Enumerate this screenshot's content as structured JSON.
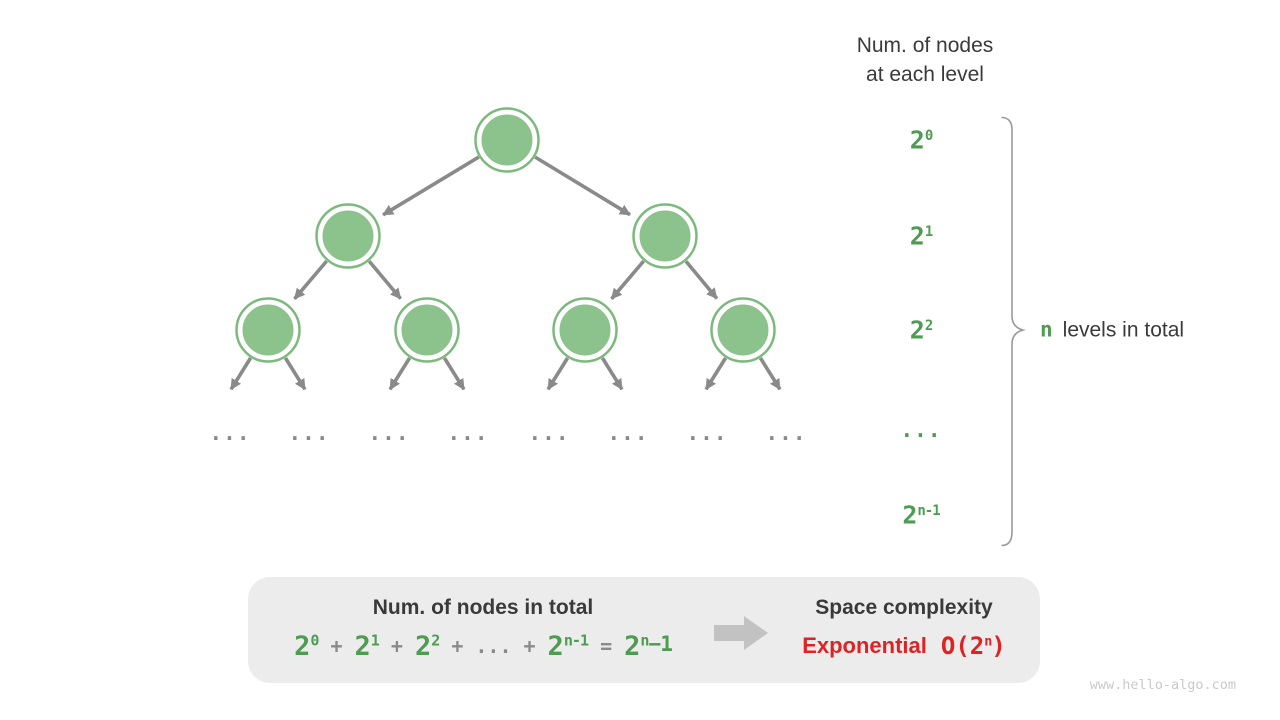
{
  "title": {
    "line1": "Num. of nodes",
    "line2": "at each level"
  },
  "level_labels": [
    {
      "base": "2",
      "sup": "0"
    },
    {
      "base": "2",
      "sup": "1"
    },
    {
      "base": "2",
      "sup": "2"
    },
    {
      "text": "..."
    },
    {
      "base": "2",
      "sup": "n-1"
    }
  ],
  "brace_note": {
    "n": "n",
    "rest": "levels in total"
  },
  "tree": {
    "ellipsis": "...",
    "ellipsis_count": 8
  },
  "summary": {
    "left_title": "Num. of nodes in total",
    "formula_tokens": [
      {
        "text": "2",
        "sup": "0",
        "color": "green"
      },
      {
        "text": "+",
        "color": "gray"
      },
      {
        "text": "2",
        "sup": "1",
        "color": "green"
      },
      {
        "text": "+",
        "color": "gray"
      },
      {
        "text": "2",
        "sup": "2",
        "color": "green"
      },
      {
        "text": "+",
        "color": "gray"
      },
      {
        "text": "...",
        "color": "gray"
      },
      {
        "text": "+",
        "color": "gray"
      },
      {
        "text": "2",
        "sup": "n-1",
        "color": "green"
      },
      {
        "text": "=",
        "color": "gray"
      },
      {
        "text": "2",
        "sup": "n",
        "tail": "−1",
        "color": "green"
      }
    ],
    "right_title": "Space complexity",
    "complexity_name": "Exponential",
    "complexity_o_prefix": "O(2",
    "complexity_o_sup": "n",
    "complexity_o_suffix": ")"
  },
  "watermark": "www.hello-algo.com",
  "colors": {
    "green_text": "#4e9b52",
    "node_fill": "#8cc28c",
    "node_ring": "#7cb97c",
    "line_gray": "#8a8a8a",
    "dark_text": "#3a3a3a",
    "red": "#e02222",
    "box_bg": "#ececec",
    "brace": "#9a9a9a",
    "block_arrow": "#c2c2c2",
    "watermark_gray": "#c9c9c9"
  }
}
